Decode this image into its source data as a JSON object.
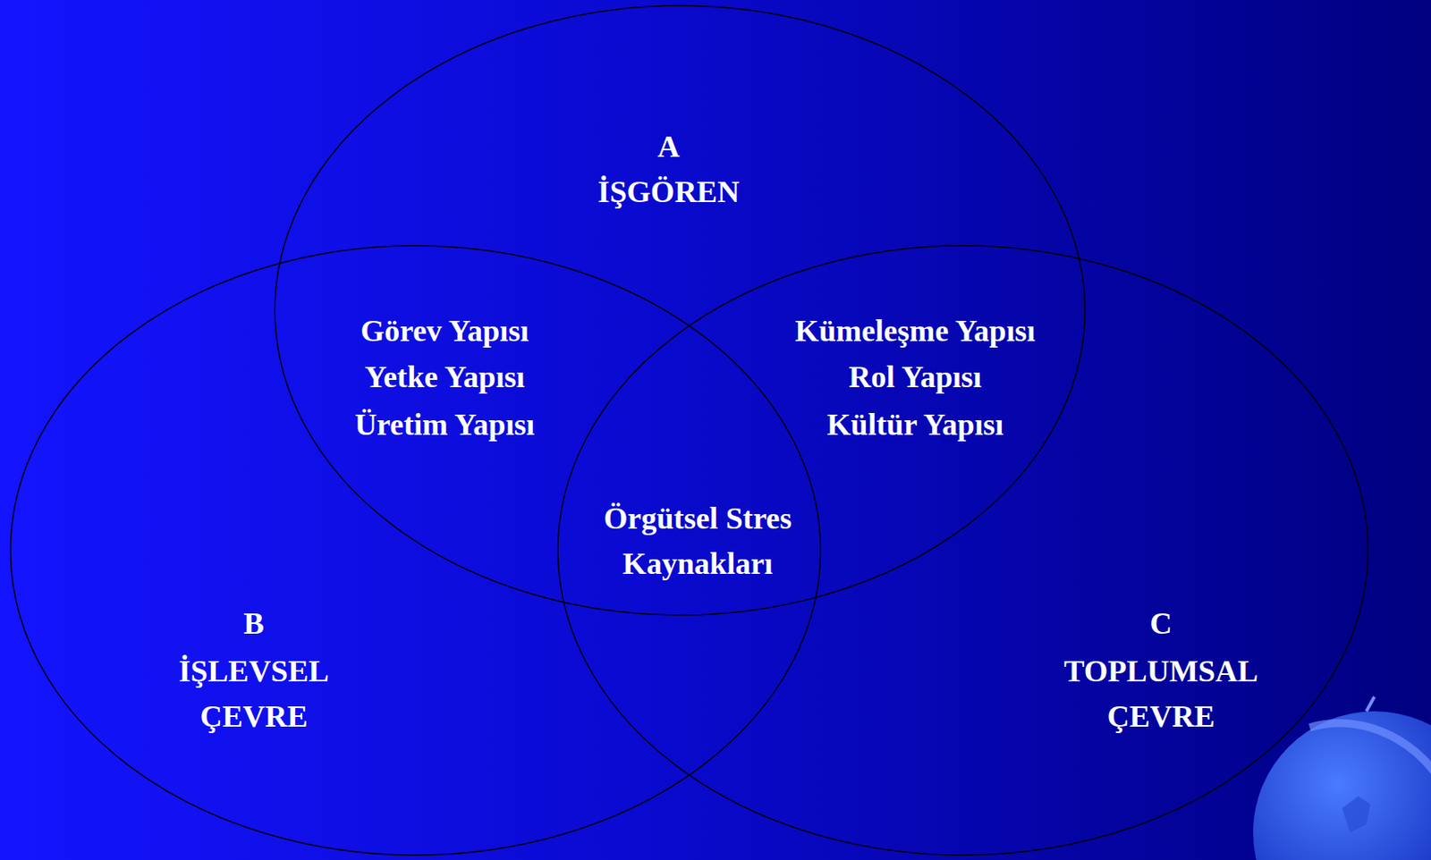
{
  "diagram": {
    "nodes": [
      {
        "text": [
          "A",
          "İŞGÖREN"
        ]
      },
      {
        "text": [
          "B",
          "İŞLEVSEL ÇEVRE"
        ]
      },
      {
        "text": [
          "C",
          "TOPLUMSAL ÇEVRE"
        ]
      }
    ],
    "labels": [
      "Görev Yapısı",
      "Yetke Yapısı",
      "Üretim Yapısı",
      "Kümeleşme Yapısı",
      "Rol Yapısı",
      "Kültür Yapısı",
      "Örgütsel Stres Kaynakları"
    ]
  }
}
